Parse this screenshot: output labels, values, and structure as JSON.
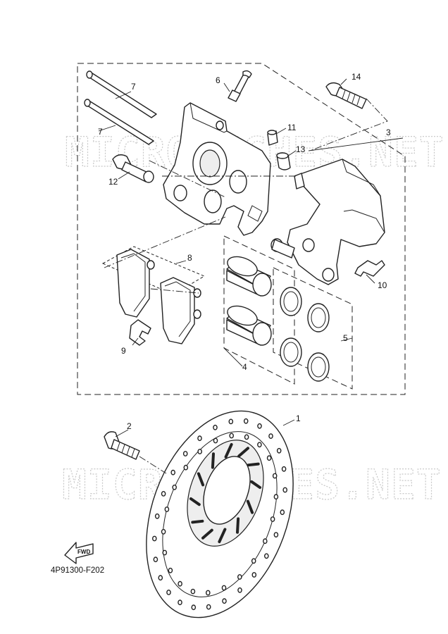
{
  "diagram": {
    "code": "4P91300-F202",
    "watermark": "MICRONICHES.NET",
    "fwd_label": "FWD",
    "callouts": {
      "disc": "1",
      "disc_bolt": "2",
      "caliper_assy": "3",
      "piston": "4",
      "seal_kit": "5",
      "bleed_screw": "6",
      "pad_pin_upper": "7",
      "pad_pin_lower": "7",
      "pad_kit": "8",
      "pad_spring": "9",
      "pad_support": "10",
      "bleed_cap": "11",
      "caliper_bolt": "12",
      "boot": "13",
      "bracket_bolt": "14"
    }
  }
}
